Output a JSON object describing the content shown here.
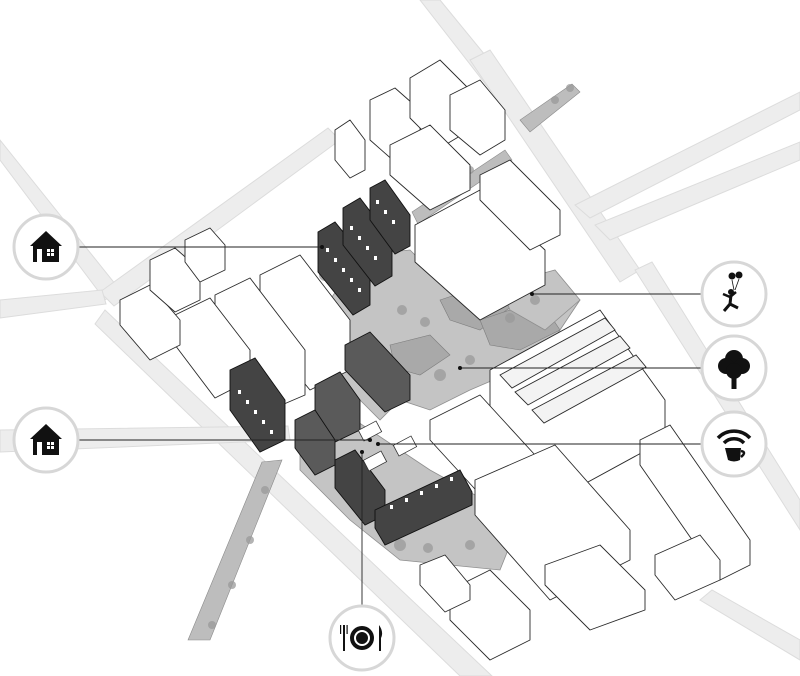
{
  "diagram": {
    "style": "axonometric urban plan",
    "colors": {
      "background": "#ffffff",
      "road": "#ededed",
      "plaza": "#c4c4c4",
      "green": "#a9a9a9",
      "highlight_buildings": "#444444",
      "icon_ink": "#111111"
    },
    "callouts": [
      {
        "id": "housing-north",
        "icon": "house-icon",
        "meaning": "housing"
      },
      {
        "id": "housing-south",
        "icon": "house-icon",
        "meaning": "housing"
      },
      {
        "id": "play",
        "icon": "child-balloons-icon",
        "meaning": "playground"
      },
      {
        "id": "park",
        "icon": "tree-icon",
        "meaning": "green space"
      },
      {
        "id": "cafe",
        "icon": "coffee-wifi-icon",
        "meaning": "cafe"
      },
      {
        "id": "restaurant",
        "icon": "plate-cutlery-icon",
        "meaning": "restaurant"
      }
    ]
  }
}
